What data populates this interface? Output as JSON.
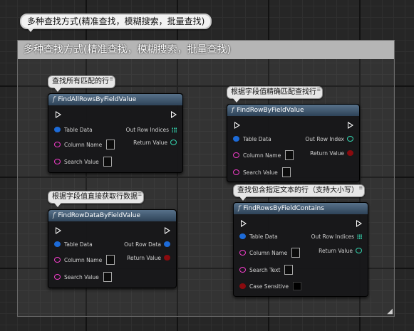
{
  "comment": {
    "bubble_text": "多种查找方式(精准查找，模糊搜索，批量查找)",
    "header_text": "多种查找方式(精准查找，模糊搜索，批量查找)"
  },
  "nodes": [
    {
      "bubble": "查找所有匹配的行",
      "title": "FindAllRowsByFieldValue",
      "inputs": [
        "Table Data",
        "Column Name",
        "Search Value"
      ],
      "outputs": [
        "Out Row Indices",
        "Return Value"
      ]
    },
    {
      "bubble": "根据字段值直接获取行数据",
      "title": "FindRowDataByFieldValue",
      "inputs": [
        "Table Data",
        "Column Name",
        "Search Value"
      ],
      "outputs": [
        "Out Row Data",
        "Return Value"
      ]
    },
    {
      "bubble": "根据字段值精确匹配查找行",
      "title": "FindRowByFieldValue",
      "inputs": [
        "Table Data",
        "Column Name",
        "Search Value"
      ],
      "outputs": [
        "Out Row Index",
        "Return Value"
      ]
    },
    {
      "bubble": "查找包含指定文本的行（支持大小写）",
      "title": "FindRowsByFieldContains",
      "inputs": [
        "Table Data",
        "Column Name",
        "Search Text",
        "Case Sensitive"
      ],
      "outputs": [
        "Out Row Indices",
        "Return Value"
      ]
    }
  ],
  "icons": {
    "function": "function-f-icon",
    "exec": "exec-pin-icon",
    "pin": "comment-pin-icon",
    "resize": "resize-grip-icon"
  },
  "colors": {
    "struct_pin": "#1d6bd8",
    "string_pin": "#f03cc8",
    "int_pin": "#34d6b0",
    "bool_pin": "#a8101a",
    "node_header": "#3f5870"
  }
}
